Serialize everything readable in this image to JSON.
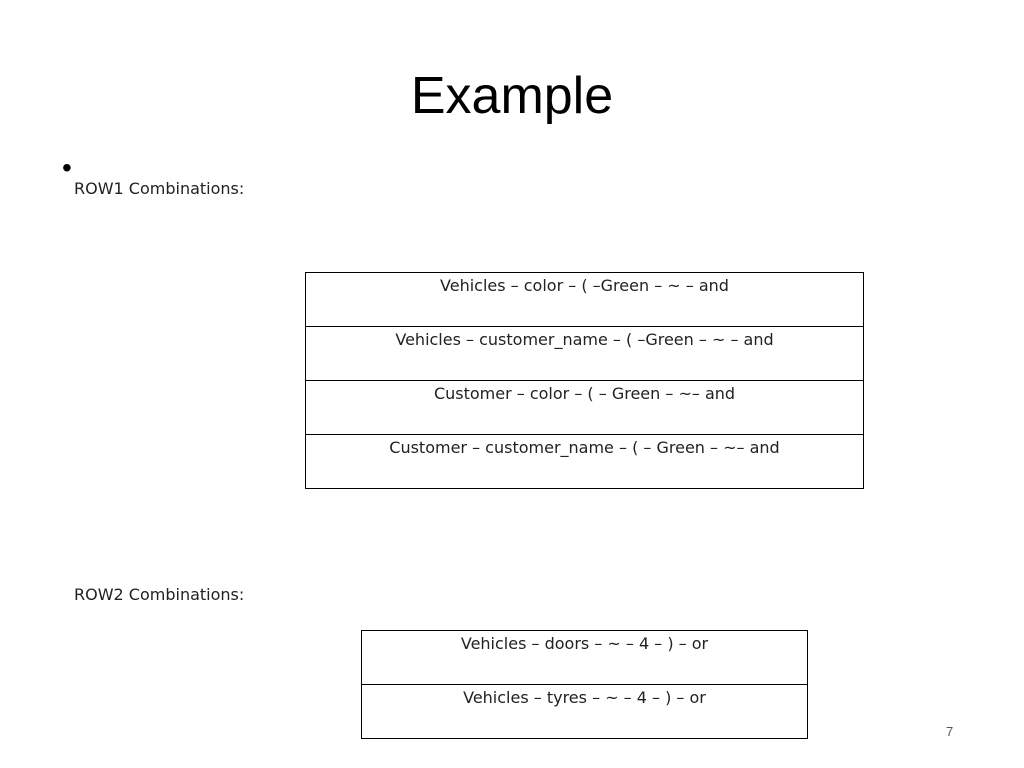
{
  "slide": {
    "title": "Example",
    "bullet": "•",
    "page_number": "7"
  },
  "row1": {
    "label": "ROW1 Combinations:",
    "rows": [
      "Vehicles  – color – ( –Green – ~ – and",
      "Vehicles  – customer_name – ( –Green – ~ – and",
      "Customer – color – ( – Green – ~– and",
      "Customer – customer_name – ( – Green – ~– and"
    ]
  },
  "row2": {
    "label": "ROW2 Combinations:",
    "rows": [
      "Vehicles – doors – ~ – 4 –  ) –  or",
      "Vehicles – tyres – ~ – 4 –  ) –  or"
    ]
  }
}
